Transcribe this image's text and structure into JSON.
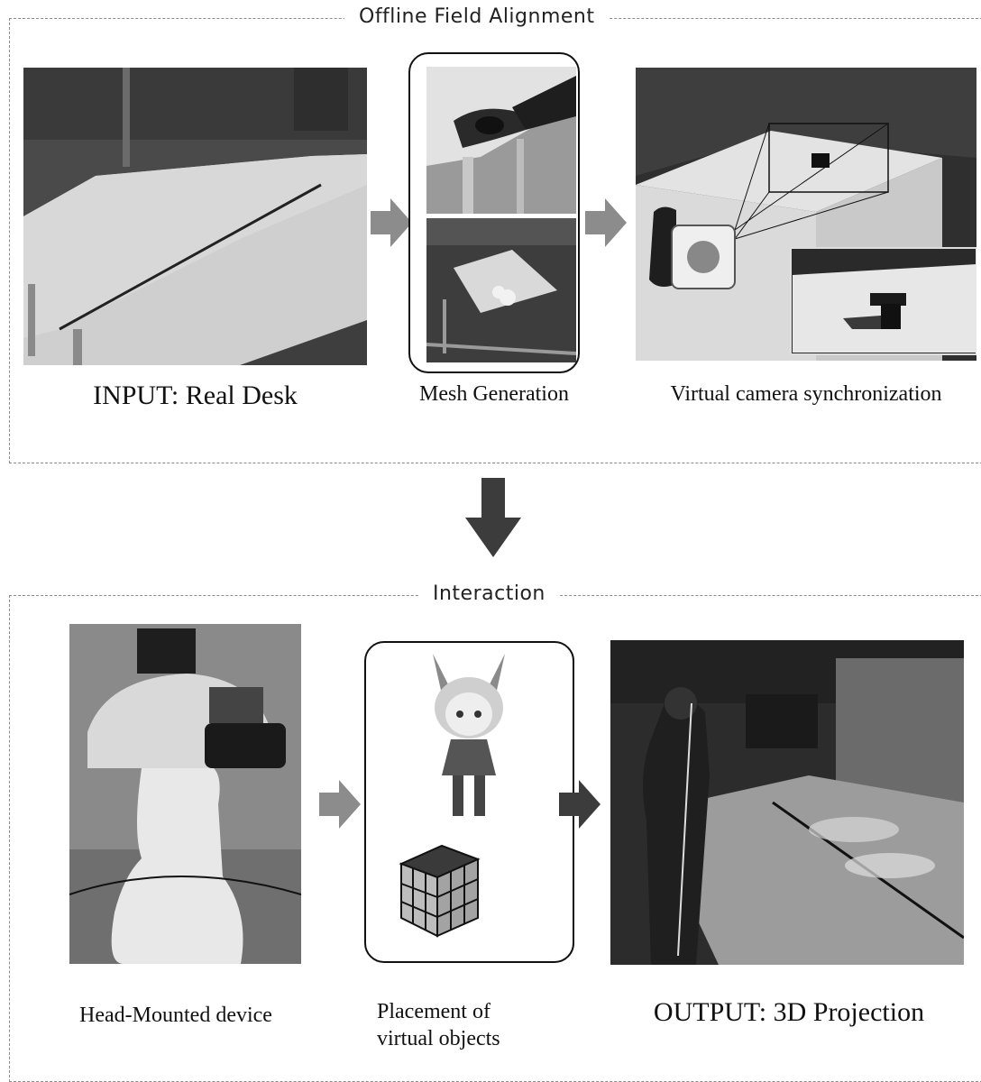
{
  "top_section": {
    "title": "Offline Field Alignment",
    "captions": {
      "input": "INPUT: Real Desk",
      "mesh": "Mesh Generation",
      "virtual": "Virtual camera synchronization"
    }
  },
  "bottom_section": {
    "title": "Interaction",
    "captions": {
      "device": "Head-Mounted device",
      "placement_line1": "Placement of",
      "placement_line2": "virtual objects",
      "output": "OUTPUT: 3D Projection"
    }
  },
  "colors": {
    "arrow_light": "#8c8c8c",
    "arrow_dark": "#3c3c3c",
    "border": "#8a8a8a"
  }
}
